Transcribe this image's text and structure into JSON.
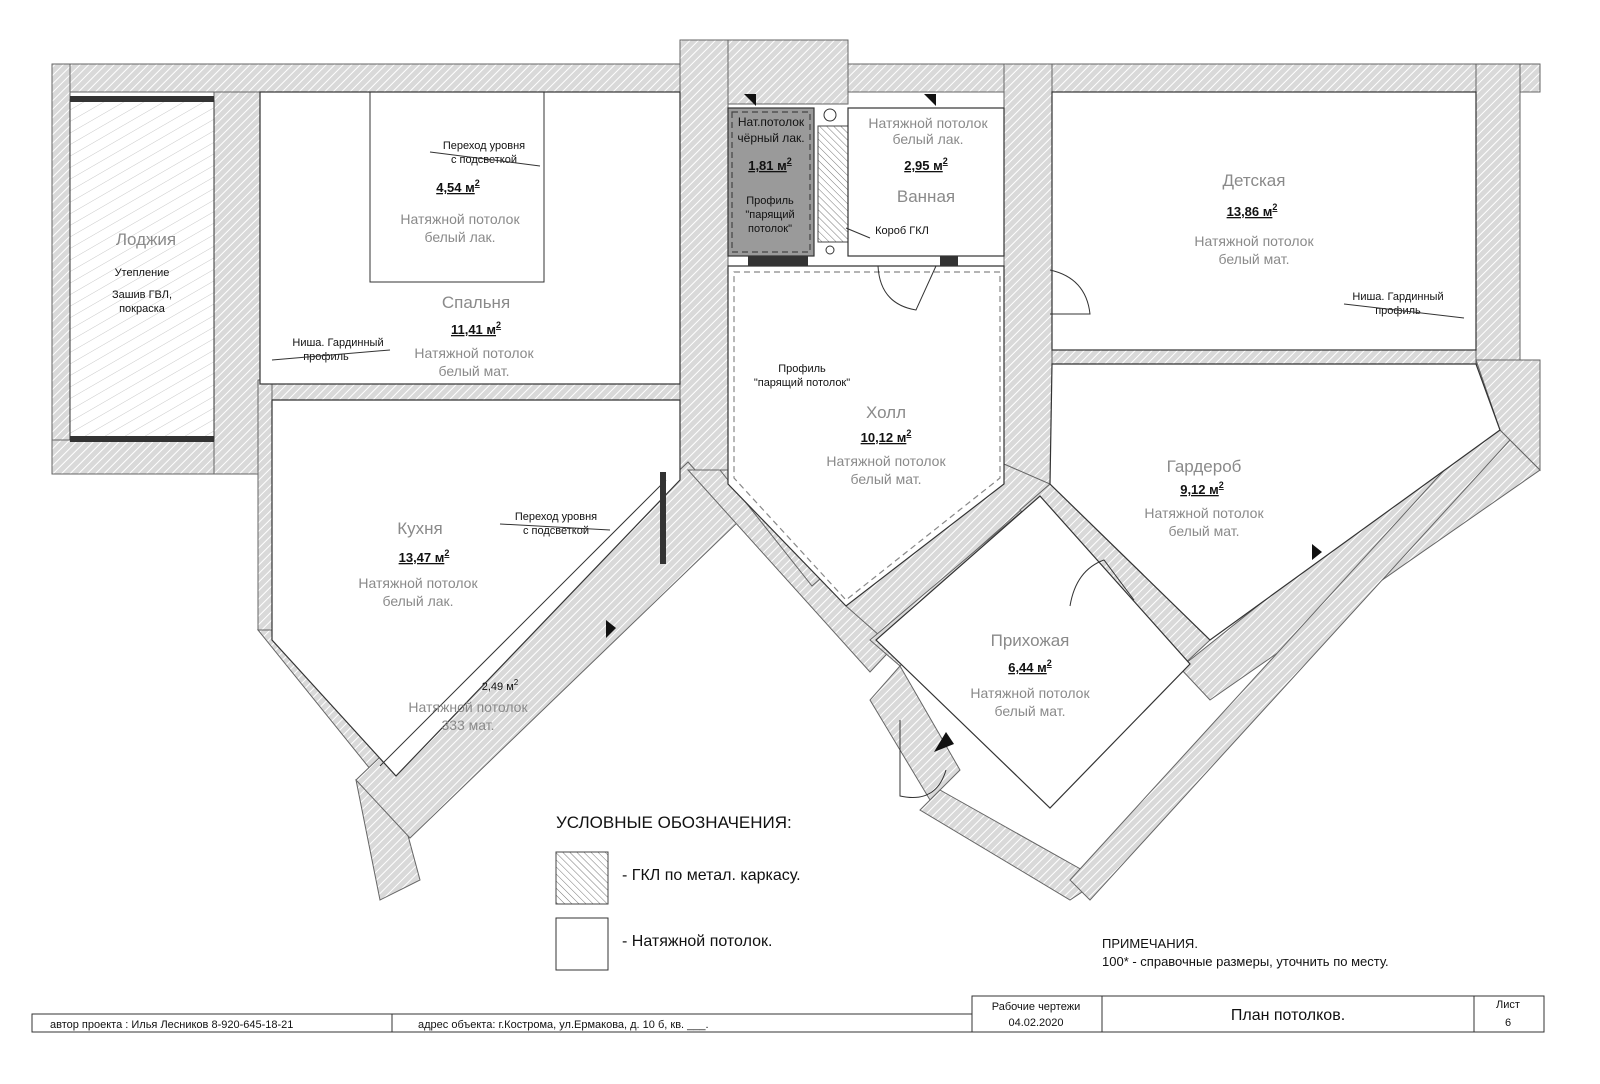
{
  "rooms": {
    "loggia": {
      "name": "Лоджия",
      "note1": "Утепление",
      "note2": "Зашив ГВЛ,",
      "note3": "покраска"
    },
    "bedroom": {
      "name": "Спальня",
      "area": "11,41 м",
      "ceil1": "Натяжной потолок",
      "ceil2": "белый мат."
    },
    "bedroom_inner": {
      "area": "4,54 м",
      "ceil1": "Натяжной потолок",
      "ceil2": "белый лак.",
      "transition1": "Переход уровня",
      "transition2": "с подсветкой"
    },
    "wc": {
      "ceil1": "Нат.потолок",
      "ceil2": "чёрный лак.",
      "area": "1,81 м",
      "profile1": "Профиль",
      "profile2": "\"парящий",
      "profile3": "потолок\""
    },
    "bath": {
      "name": "Ванная",
      "area": "2,95 м",
      "ceil1": "Натяжной потолок",
      "ceil2": "белый лак.",
      "box": "Короб ГКЛ"
    },
    "kids": {
      "name": "Детская",
      "area": "13,86 м",
      "ceil1": "Натяжной потолок",
      "ceil2": "белый мат.",
      "niche1": "Ниша. Гардинный",
      "niche2": "профиль"
    },
    "hall": {
      "name": "Холл",
      "area": "10,12 м",
      "ceil1": "Натяжной потолок",
      "ceil2": "белый мат.",
      "profile1": "Профиль",
      "profile2": "\"парящий потолок\""
    },
    "kitchen": {
      "name": "Кухня",
      "area": "13,47 м",
      "ceil1": "Натяжной потолок",
      "ceil2": "белый лак.",
      "transition1": "Переход уровня",
      "transition2": "с подсветкой",
      "niche1": "Ниша. Гардинный",
      "niche2": "профиль"
    },
    "kitchen_strip": {
      "area": "2,49 м",
      "ceil1": "Натяжной потолок",
      "ceil2": "333 мат."
    },
    "wardrobe": {
      "name": "Гардероб",
      "area": "9,12 м",
      "ceil1": "Натяжной потолок",
      "ceil2": "белый мат."
    },
    "entry": {
      "name": "Прихожая",
      "area": "6,44 м",
      "ceil1": "Натяжной потолок",
      "ceil2": "белый мат."
    },
    "sq": "2"
  },
  "legend": {
    "title": "УСЛОВНЫЕ ОБОЗНАЧЕНИЯ:",
    "gkl": "- ГКЛ по метал. каркасу.",
    "stretch": "- Натяжной потолок."
  },
  "notes": {
    "title": "ПРИМЕЧАНИЯ.",
    "line1": "100* - справочные размеры, уточнить по месту."
  },
  "titleblock": {
    "author": "автор проекта :   Илья Лесников     8-920-645-18-21",
    "address": "адрес объекта:   г.Кострома, ул.Ермакова, д. 10 б, кв.  ___.",
    "docs": "Рабочие чертежи",
    "date": "04.02.2020",
    "title": "План потолков.",
    "sheet_label": "Лист",
    "sheet": "6"
  }
}
